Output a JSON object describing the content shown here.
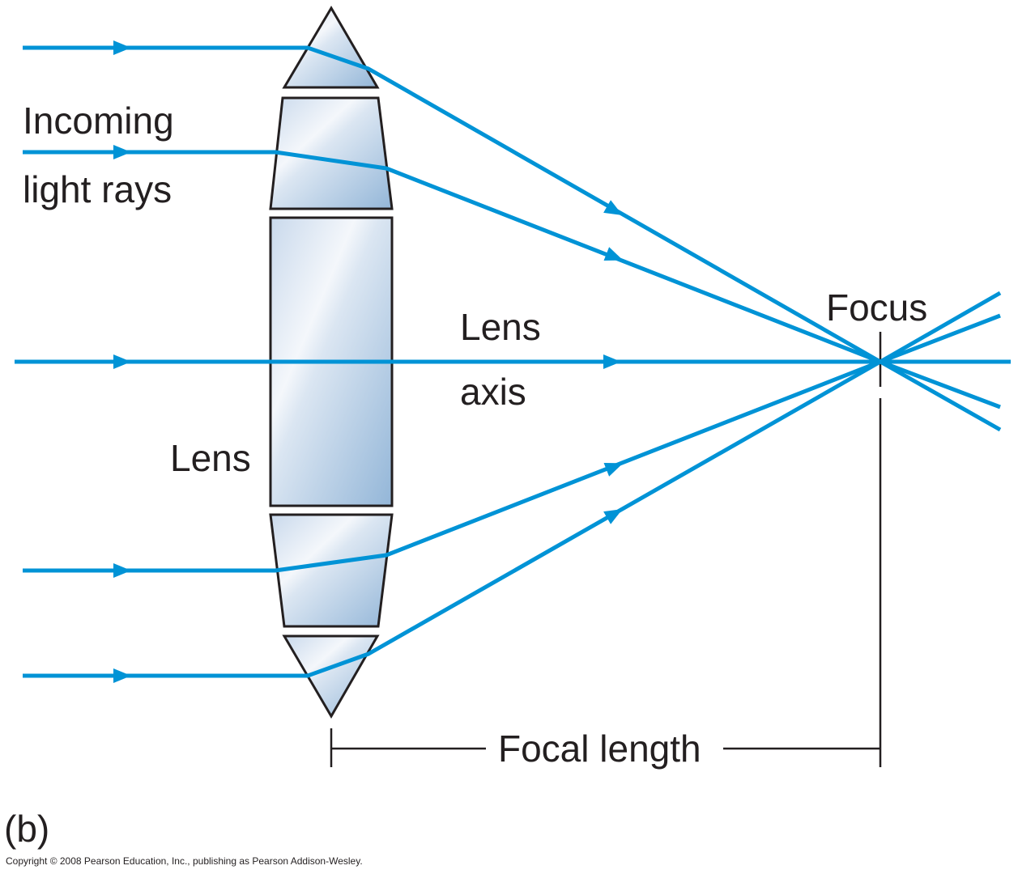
{
  "labels": {
    "incoming_line1": "Incoming",
    "incoming_line2": "light rays",
    "lens_axis_line1": "Lens",
    "lens_axis_line2": "axis",
    "lens": "Lens",
    "focus": "Focus",
    "focal_length": "Focal length",
    "panel": "(b)",
    "copyright": "Copyright © 2008 Pearson Education, Inc., publishing as Pearson Addison-Wesley."
  },
  "colors": {
    "ray": "#0093d6",
    "lens_dark": "#93b6d8",
    "lens_light": "#f4f7fb",
    "outline": "#231f20"
  }
}
